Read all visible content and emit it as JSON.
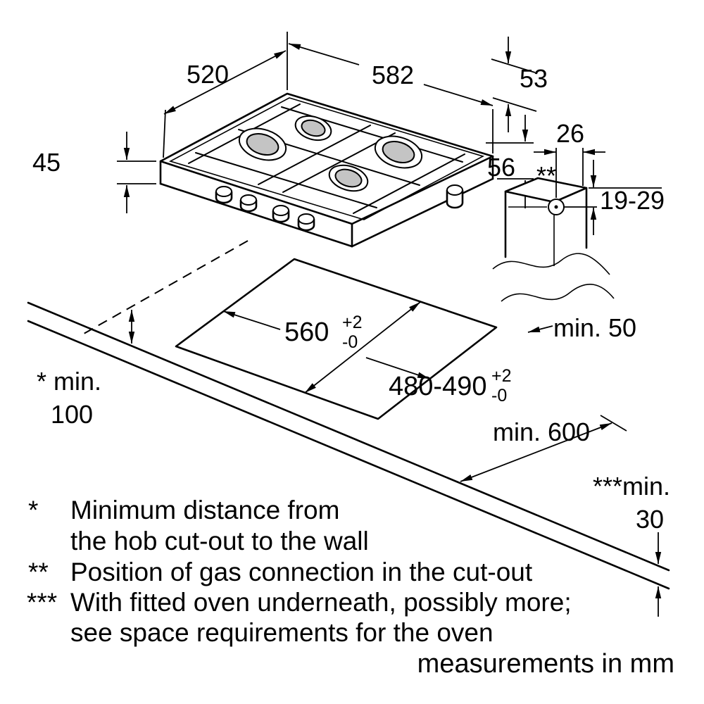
{
  "hob_dims": {
    "depth": "520",
    "width": "582",
    "edge_offset": "53",
    "body_height": "45",
    "total_height": "56"
  },
  "gas_connection": {
    "footnote_marker": "**",
    "horizontal_offset": "26",
    "vertical_range": "19-29"
  },
  "cutout_dims": {
    "width": "560",
    "width_tol_upper": "+2",
    "width_tol_lower": "-0",
    "depth": "480-490",
    "depth_tol_upper": "+2",
    "depth_tol_lower": "-0",
    "min_right": "min. 50",
    "min_wall_prefix": "* min.",
    "min_wall_value": "100",
    "min_depth": "min. 600",
    "min_oven_prefix": "***min.",
    "min_oven_value": "30"
  },
  "footnotes": [
    {
      "marker": "*",
      "line1": "Minimum distance from",
      "line2": "the hob cut-out to the wall"
    },
    {
      "marker": "**",
      "line1": "Position of gas connection in the cut-out",
      "line2": ""
    },
    {
      "marker": "***",
      "line1": "With fitted oven underneath, possibly more;",
      "line2": "see space requirements for the oven"
    }
  ],
  "units_note": "measurements in mm"
}
